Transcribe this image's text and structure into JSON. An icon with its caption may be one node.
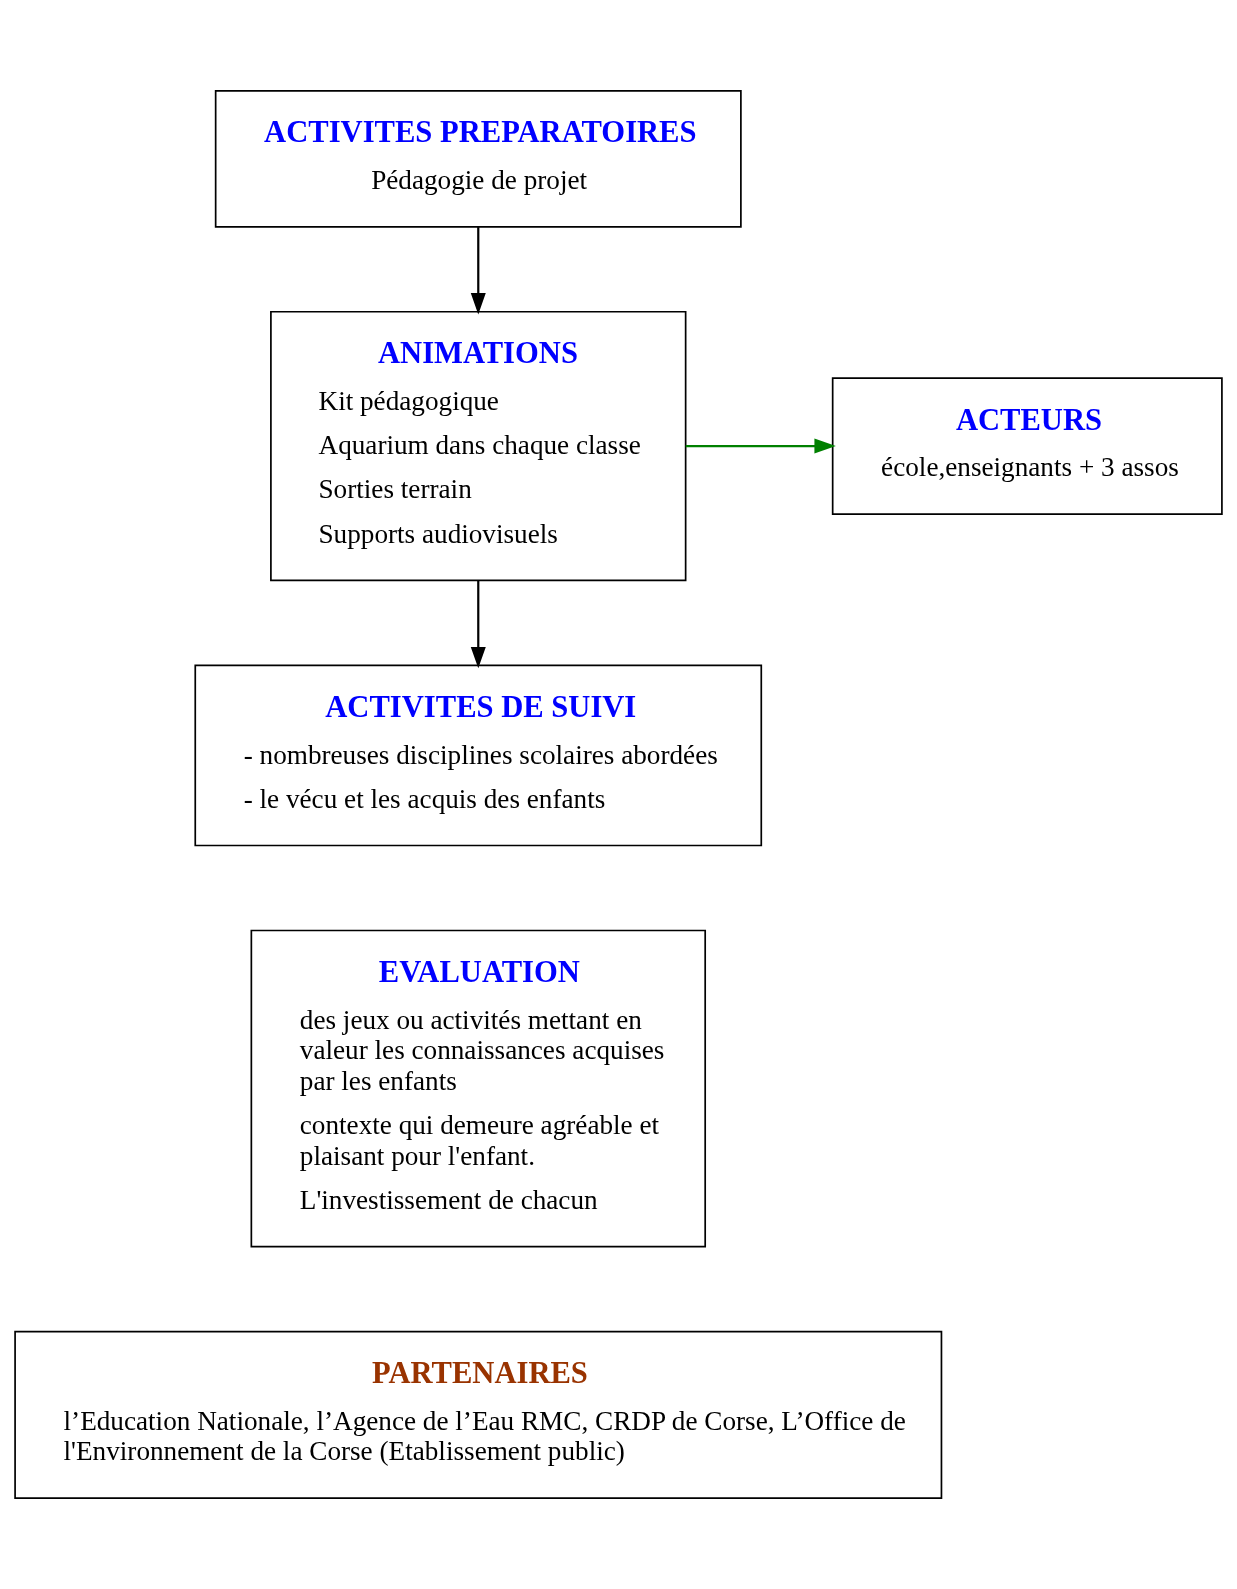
{
  "diagram": {
    "nodes": [
      {
        "text": [
          "ACTIVITES PREPARATOIRES",
          "Pédagogie de projet"
        ]
      },
      {
        "text": [
          "ANIMATIONS",
          "Kit pédagogique",
          "Aquarium dans chaque classe",
          "Sorties terrain",
          "Supports audiovisuels"
        ]
      },
      {
        "text": [
          "ACTEURS",
          "école,enseignants + 3 assos"
        ]
      },
      {
        "text": [
          "ACTIVITES DE SUIVI",
          "- nombreuses disciplines scolaires abordées",
          "- le vécu et les acquis des enfants"
        ]
      },
      {
        "text": [
          "EVALUATION",
          "des jeux ou activités mettant en valeur les connaissances acquises par les enfants",
          "contexte qui demeure agréable et plaisant pour l'enfant.",
          "L'investissement de chacun"
        ]
      },
      {
        "text": [
          "PARTENAIRES",
          "l’Education Nationale, l’Agence de l’Eau RMC, CRDP de Corse, L’Office de l'Environnement de la Corse (Etablissement public)"
        ]
      }
    ],
    "edges": [
      {
        "from": 0,
        "to": 1,
        "arrow": "to"
      },
      {
        "from": 1,
        "to": 2,
        "arrow": "to",
        "color": "#008000"
      },
      {
        "from": 1,
        "to": 3,
        "arrow": "to"
      }
    ]
  }
}
